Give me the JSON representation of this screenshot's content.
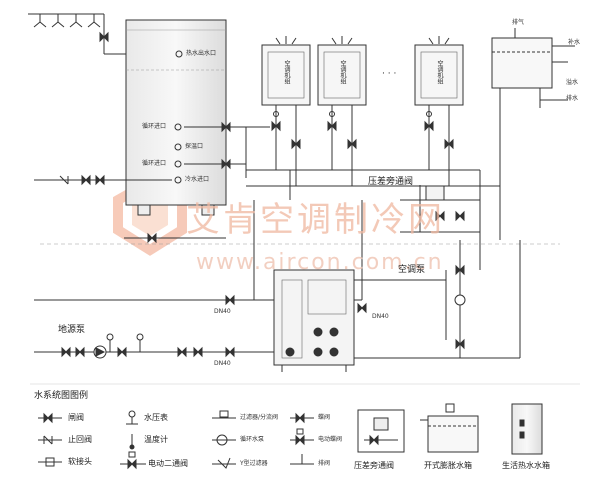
{
  "watermark": {
    "chinese": "艾肯空调制冷网",
    "url": "www.aircon.com.cn"
  },
  "tank_labels": {
    "hot_water_outlet": "热水出水口",
    "circulation_inlet_top": "循环进口",
    "probe_port": "探温口",
    "circulation_inlet_bottom": "循环进口",
    "cold_water_inlet": "冷水进口"
  },
  "heat_pump_units": {
    "labels": [
      "空调机组",
      "空调机组",
      "空调机组"
    ],
    "ellipsis": "· · ·"
  },
  "expansion_tank": {
    "vent": "排气",
    "makeup": "补水",
    "overflow": "溢水",
    "drain": "排水"
  },
  "diagram_labels": {
    "bypass_valve": "压差旁通阀",
    "ac_pump": "空调泵",
    "source_pump": "地源泵",
    "pipe_size_1": "DN40",
    "pipe_size_2": "DN40",
    "pipe_size_3": "DN40"
  },
  "legend": {
    "title": "水系统图图例",
    "items": [
      {
        "symbol": "gate-valve",
        "label": "闸阀"
      },
      {
        "symbol": "check-valve",
        "label": "止回阀"
      },
      {
        "symbol": "flex-joint",
        "label": "软接头"
      },
      {
        "symbol": "pressure-gauge",
        "label": "水压表"
      },
      {
        "symbol": "thermometer",
        "label": "温度计"
      },
      {
        "symbol": "motorized-2way-valve",
        "label": "电动二通阀"
      },
      {
        "symbol": "flow-switch",
        "label": "过滤器/分流阀"
      },
      {
        "symbol": "circulation-pump",
        "label": "循环水泵"
      },
      {
        "symbol": "y-strainer",
        "label": "Y型过滤器"
      },
      {
        "symbol": "butterfly-valve",
        "label": "蝶阀"
      },
      {
        "symbol": "motorized-valve",
        "label": "电动蝶阀"
      },
      {
        "symbol": "drain-valve",
        "label": "排阀"
      }
    ],
    "pictures": [
      {
        "name": "bypass-valve-assembly",
        "label": "压差旁通阀"
      },
      {
        "name": "open-expansion-tank",
        "label": "开式膨胀水箱"
      },
      {
        "name": "hot-water-tank",
        "label": "生活热水水箱"
      }
    ]
  },
  "colors": {
    "line": "#333333",
    "watermark": "#f0b8a0",
    "tank_fill": "#f4f4f4"
  }
}
